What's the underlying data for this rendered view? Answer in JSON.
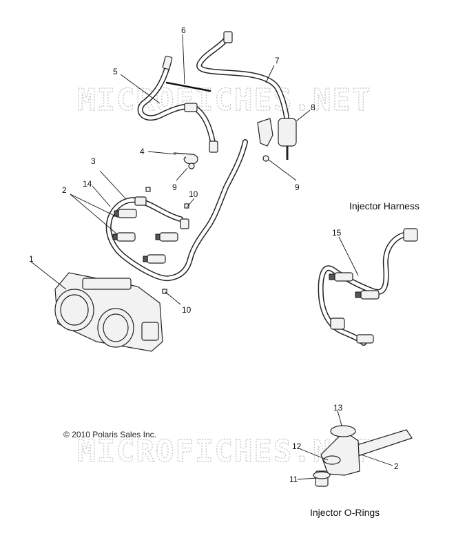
{
  "watermark": {
    "text_upper": "MICROFICHES.NET",
    "text_lower": "MICROFICHES.NET"
  },
  "callouts": {
    "c1": "1",
    "c2a": "2",
    "c2b": "2",
    "c3": "3",
    "c4": "4",
    "c5": "5",
    "c6": "6",
    "c7": "7",
    "c8": "8",
    "c9a": "9",
    "c9b": "9",
    "c10a": "10",
    "c10b": "10",
    "c11": "11",
    "c12": "12",
    "c13": "13",
    "c14": "14",
    "c15": "15"
  },
  "captions": {
    "injector_harness": "Injector Harness",
    "injector_orings": "Injector O-Rings"
  },
  "copyright": "© 2010 Polaris Sales Inc."
}
